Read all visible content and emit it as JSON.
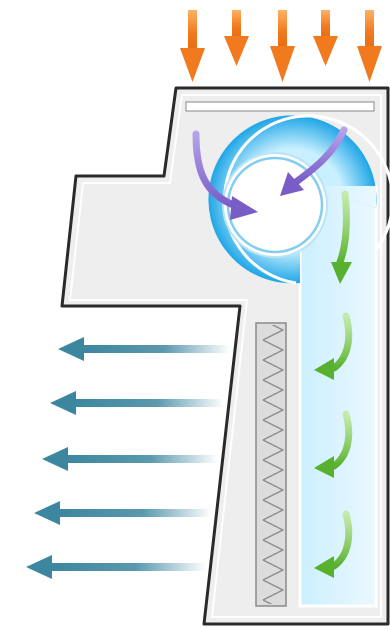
{
  "diagram": {
    "kind": "airflow-unit",
    "labels": [],
    "colors": {
      "housing": "#eeeeef",
      "housing_edge": "#2a2a2a",
      "housing_glow": "#f4f4f4",
      "filter": "#dcdcdc",
      "inlet_arrows": "#f07a1d",
      "outlet_arrows": "#3d86a0",
      "rotor_arrows": "#7a5cc7",
      "duct_arrows": "#58b12e",
      "blower_light": "#c9f0ff",
      "blower_dark": "#1fa6e6",
      "duct_light": "#ccefff",
      "duct_fill": "#e6f7ff"
    },
    "counts": {
      "inlet_arrows": 5,
      "outlet_arrows": 5,
      "rotor_arrows": 2,
      "duct_arrows": 4
    },
    "icons": {
      "inlet": "down-arrow-icon",
      "outlet": "left-arrow-icon",
      "rotor": "curved-arrow-icon",
      "duct": "curved-down-arrow-icon"
    }
  }
}
